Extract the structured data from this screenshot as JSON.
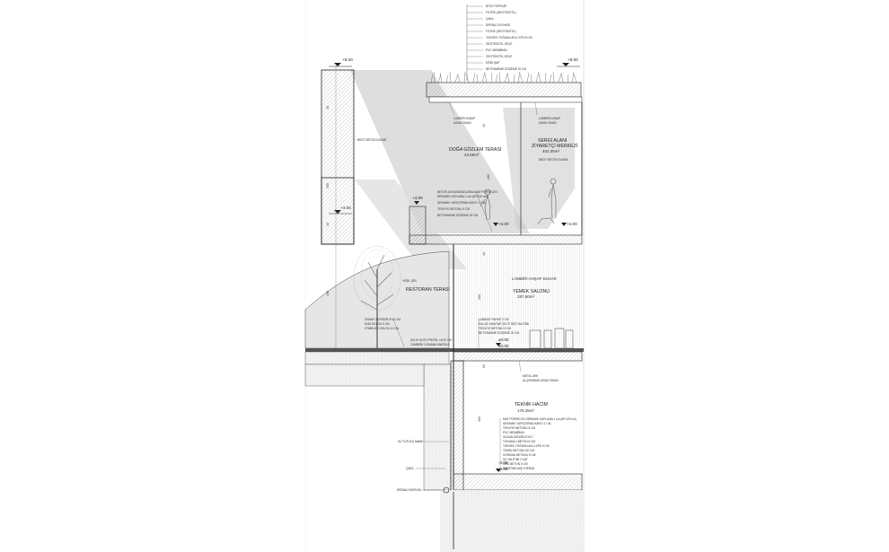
{
  "roof_layers": [
    "BİTKİ TOPRAĞI",
    "FİLTRE (GEOTEKSTİL)",
    "ÇAKIL",
    "DRENAJ LEVHASI",
    "FİLTRE (GEOTEKSTİL)",
    "YÜKSEK YOĞUNLUKLU XPS 8 CM",
    "GEOTEKSTİL KEÇE",
    "PVC MEMBRAN",
    "GEOTEKSTİL KEÇE",
    "EĞİM ŞAP",
    "BETONARME DÖŞEME 20 CM"
  ],
  "levels": {
    "top_left": "+8.00",
    "top_right": "+8.00",
    "mid_left": "+4.00",
    "terrace": "+4.00",
    "gallery_a": "+4.00",
    "gallery_b": "+4.00",
    "ground_a": "±0.00",
    "ground_b": "±0.00",
    "base_a": "-4.00",
    "base_b": "-4.00"
  },
  "spaces": {
    "doga_title": "DOĞA GÖZLEM TERASI",
    "doga_area": "43.58m²",
    "sergi_title": "SERGİ ALANI",
    "sergi_title2": "ZİYARETÇİ MERKEZİ",
    "sergi_area": "404.05m²",
    "yemek_title": "YEMEK SALONU",
    "yemek_area": "287.60m²",
    "restoran": "RESTORAN TERASI",
    "teknik_title": "TEKNİK HACİM",
    "teknik_area": "176.25m²"
  },
  "notes": {
    "brut_beton": "BRÜT BETON DUVAR",
    "lambiri_left": "LAMBİRİ AHŞAP",
    "lambiri_left2": "ASMA TAVAN",
    "lambiri_right": "LAMBİRİ AHŞAP",
    "lambiri_right2": "ASMA TAVAN",
    "brut_sergi": "BRÜT BETON DUVAR",
    "lambiri_duvar": "LAMBİRİ AHŞAP DUVAR",
    "yesil_sev": "YEŞİL ŞEV",
    "metal_ark": "METAL ARK",
    "alcipan": "ALÇIPANIMD ASMA TAVAN",
    "cam_profil": "ÇELİK KUTU PROFİL 10/10 CM",
    "cam_profil2": "CAMBRİK DONAMA ANKRAJI",
    "su_tutucu": "SU TUTUCU BANT",
    "cakil": "ÇAKIL",
    "drenaj": "DRENAJ BORUSU"
  },
  "terrace_layers": [
    "BETON DOKUMASIZLARDA MAT PORSELEN",
    "SERAMİK KAPLAMA 1 cm (60*120 cm)",
    "SERAMİK YAPIŞTIRMA HARCI 1 CM",
    "TESVİYE BETONU 5 CM",
    "BETONARME DÖŞEME 40 CM"
  ],
  "ground_layers_left": [
    "GRANIT BORDÜR 8*15 CM",
    "KUM DOLGU 5 CM",
    "STABİLİZE DOLGU 10 CM"
  ],
  "dining_floor_layers": [
    "LAMİNAT PARKE 2 CM",
    "KALÇIK MANTAR ŞİLTE SES YALITIMI",
    "TESVİYE BETONU 5 CM",
    "BETONARME DÖŞEME 20 CM"
  ],
  "tech_floor_layers": [
    "MAT PORSELEN SERAMİK KAPLAMA 1 cm (60*120 cm)",
    "SERAMİK YAPIŞTIRMA HARCI 1 CM",
    "TESVİYE BETONU 5 CM",
    "PVC MEMBRAN",
    "SUDAN DENGELEYICI",
    "TOHUMLU BETON 5 CM",
    "YÜKSEK YOĞUNLUKLU XPS 5 CM",
    "TEMEL BETONU 40 CM",
    "KORUMA BETONU 5 CM",
    "SU YALITIMI 2 KAT",
    "GRO BETON 5 CM",
    "SIKIŞTIRILMIŞ TOPRAK"
  ],
  "dimensions": {
    "d1": "40",
    "d2": "300",
    "d3": "40",
    "d4": "400",
    "d5": "40",
    "d6": "400",
    "d7": "40",
    "d8": "400",
    "d9": "60",
    "d10": "280"
  }
}
